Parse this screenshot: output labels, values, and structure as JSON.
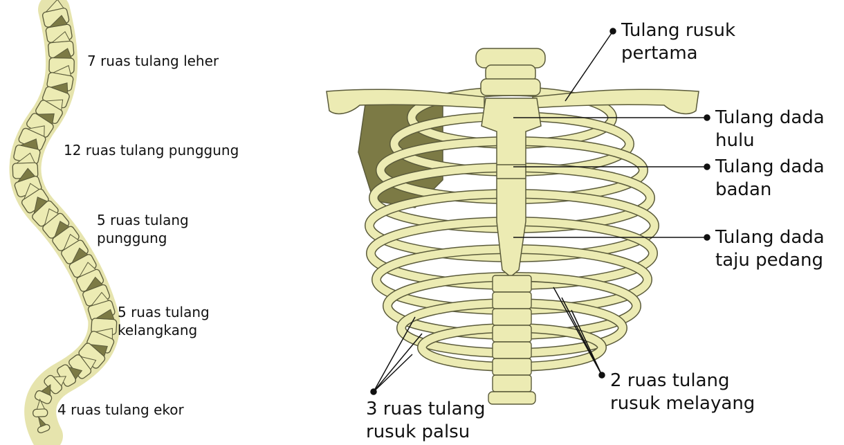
{
  "spine_labels": {
    "leher": "7 ruas tulang leher",
    "punggung12": "12 ruas tulang punggung",
    "punggung5": [
      "5 ruas tulang",
      "punggung"
    ],
    "kelangkang": [
      "5 ruas tulang",
      "kelangkang"
    ],
    "ekor": "4 ruas tulang ekor"
  },
  "ribcage_labels": {
    "rusuk_pertama": [
      "Tulang rusuk",
      "pertama"
    ],
    "dada_hulu": [
      "Tulang dada",
      "hulu"
    ],
    "dada_badan": [
      "Tulang dada",
      "badan"
    ],
    "dada_taju": [
      "Tulang dada",
      "taju pedang"
    ],
    "rusuk_melayang": [
      "2 ruas tulang",
      "rusuk melayang"
    ],
    "rusuk_palsu": [
      "3 ruas tulang",
      "rusuk palsu"
    ]
  },
  "colors": {
    "bone": "#ecebb3",
    "bone_outline": "#5a5a3a",
    "dark": "#7c7a45",
    "text": "#111111"
  }
}
